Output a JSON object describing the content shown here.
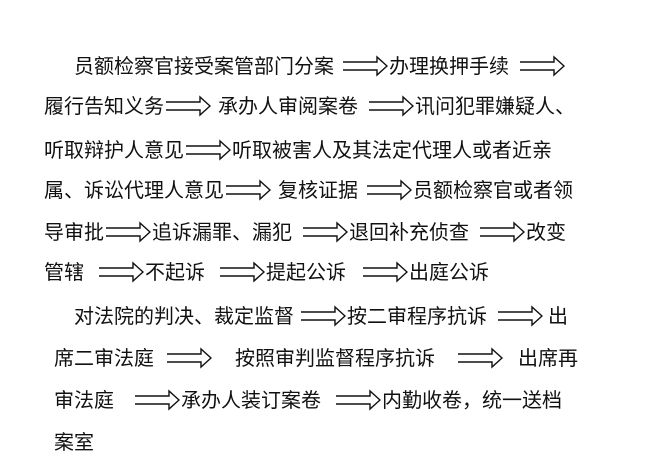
{
  "flow_a": {
    "s1": "员额检察官接受案管部门分案",
    "s2": "办理换押手续",
    "s3": "履行告知义务",
    "s4": "承办人审阅案卷",
    "s5": "讯问犯罪嫌疑人、",
    "s6": "听取辩护人意见",
    "s7": "听取被害人及其法定代理人或者近亲",
    "s8": "属、诉讼代理人意见",
    "s9": "复核证据",
    "s10": "员额检察官或者领",
    "s11": "导审批",
    "s12": "追诉漏罪、漏犯",
    "s13": "退回补充侦查",
    "s14": "改变",
    "s15": "管辖",
    "s16": "不起诉",
    "s17": "提起公诉",
    "s18": "出庭公诉"
  },
  "flow_b": {
    "s1": "对法院的判决、裁定监督",
    "s2": "按二审程序抗诉",
    "s3": "出",
    "s4": "席二审法庭",
    "s5": "按照审判监督程序抗诉",
    "s6": "出席再",
    "s7": "审法庭",
    "s8": "承办人装订案卷",
    "s9": "内勤收卷，统一送档",
    "s10": "案室"
  }
}
